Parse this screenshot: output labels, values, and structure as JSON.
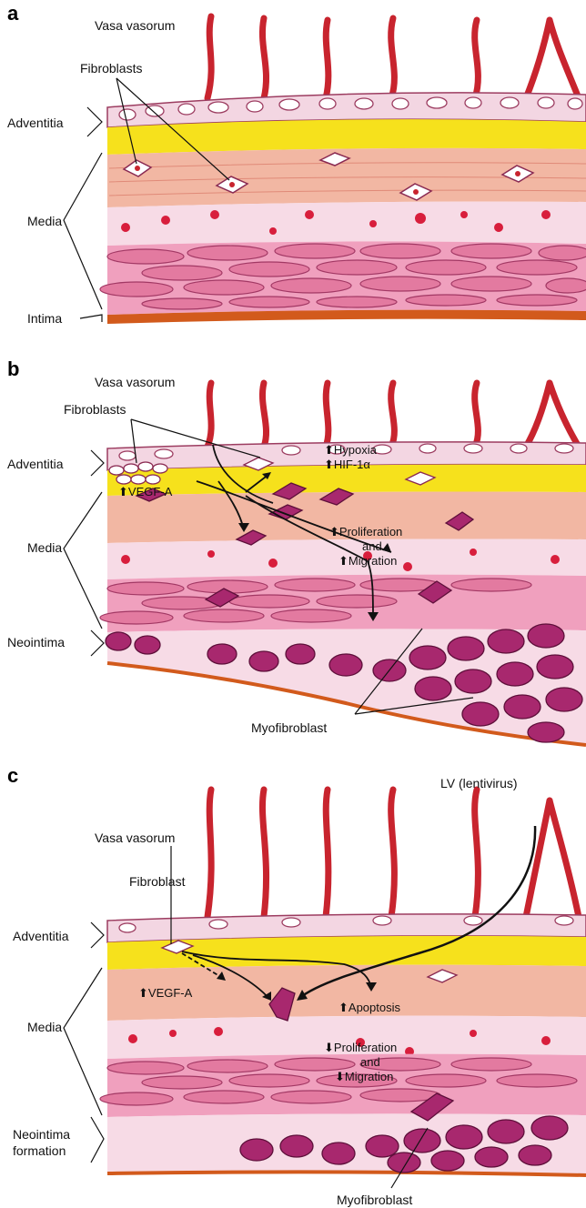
{
  "panels": [
    {
      "id": "a",
      "label": "a",
      "vasa": "Vasa vasorum",
      "fibro": "Fibroblasts",
      "layers": [
        "Adventitia",
        "Media",
        "Intima"
      ]
    },
    {
      "id": "b",
      "label": "b",
      "vasa": "Vasa vasorum",
      "fibro": "Fibroblasts",
      "layers": [
        "Adventitia",
        "Media",
        "Neointima"
      ],
      "annotations": {
        "vegf": "VEGF-A",
        "hypoxia": "Hypoxia",
        "hif": "HIF-1α",
        "prolif": "Proliferation",
        "and": "and",
        "migration": "Migration",
        "myo": "Myofibroblast"
      }
    },
    {
      "id": "c",
      "label": "c",
      "vasa": "Vasa vasorum",
      "fibro": "Fibroblast",
      "lv": "LV (lentivirus)",
      "layers": [
        "Adventitia",
        "Media",
        "Neointima",
        "formation"
      ],
      "annotations": {
        "vegf": "VEGF-A",
        "apoptosis": "Apoptosis",
        "prolif": "Proliferation",
        "and": "and",
        "migration": "Migration",
        "myo": "Myofibroblast"
      }
    }
  ],
  "colors": {
    "vessel": "#c8242e",
    "adventitia": "#f3d6e2",
    "fat": "#f6e11c",
    "media_band": "#f2b7a3",
    "smc": "#e37aa0",
    "myofibroblast": "#a8286e",
    "elastic": "#d25a1c"
  }
}
